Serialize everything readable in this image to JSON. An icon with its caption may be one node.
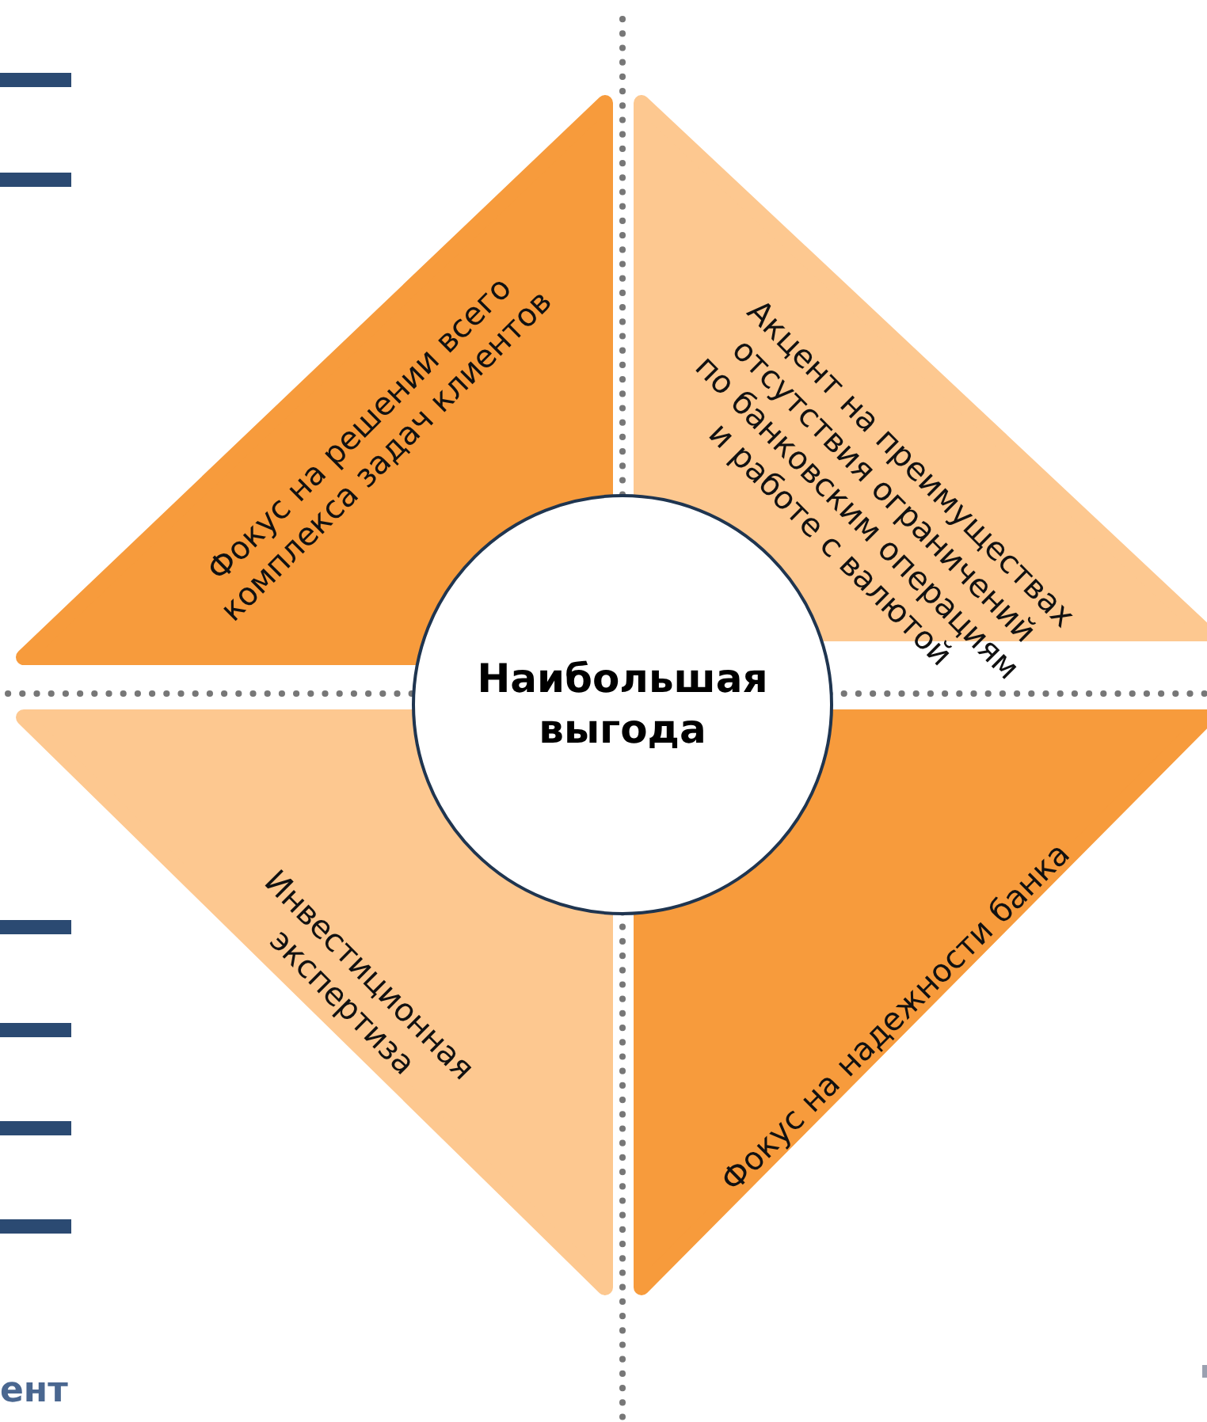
{
  "diagram": {
    "nodes": [
      {
        "text": [
          "Фокус на решении всего комплекса задач клиентов"
        ]
      },
      {
        "text": [
          "Акцент на преимуществах отсутствия ограничений по банковским операциям и работе с валютой"
        ]
      },
      {
        "text": [
          "Наибольшая выгода"
        ]
      },
      {
        "text": [
          "Инвестиционная экспертиза"
        ]
      },
      {
        "text": [
          "Фокус на надежности банка"
        ]
      }
    ],
    "labels": [
      "ент"
    ]
  }
}
